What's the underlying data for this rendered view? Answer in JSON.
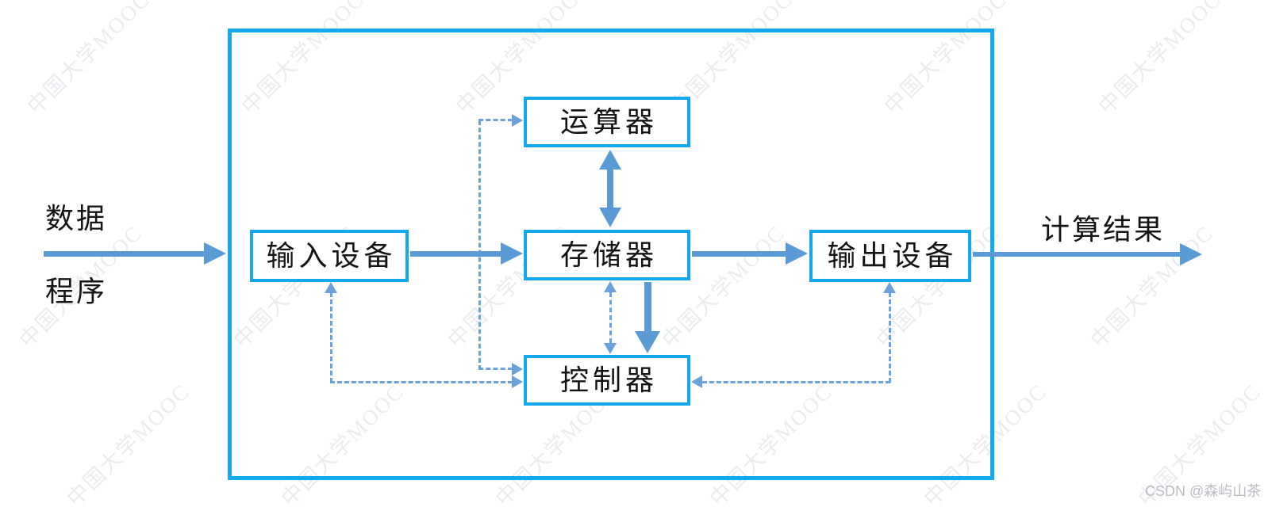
{
  "diagram": {
    "nodes": {
      "input_device": {
        "label": "输入设备"
      },
      "alu": {
        "label": "运算器"
      },
      "memory": {
        "label": "存储器"
      },
      "controller": {
        "label": "控制器"
      },
      "output_device": {
        "label": "输出设备"
      }
    },
    "annotations": {
      "data": "数据",
      "program": "程序",
      "result": "计算结果"
    },
    "colors": {
      "box_border": "#14a9ec",
      "solid_arrow": "#5b9bd5",
      "dashed_arrow": "#6ba2dc",
      "label_text": "#141414",
      "watermark": "#e9ebef",
      "credit": "#b9bdc3"
    }
  },
  "watermark": {
    "text": "中国大学MOOC"
  },
  "credit": {
    "text": "CSDN @森屿山茶"
  }
}
